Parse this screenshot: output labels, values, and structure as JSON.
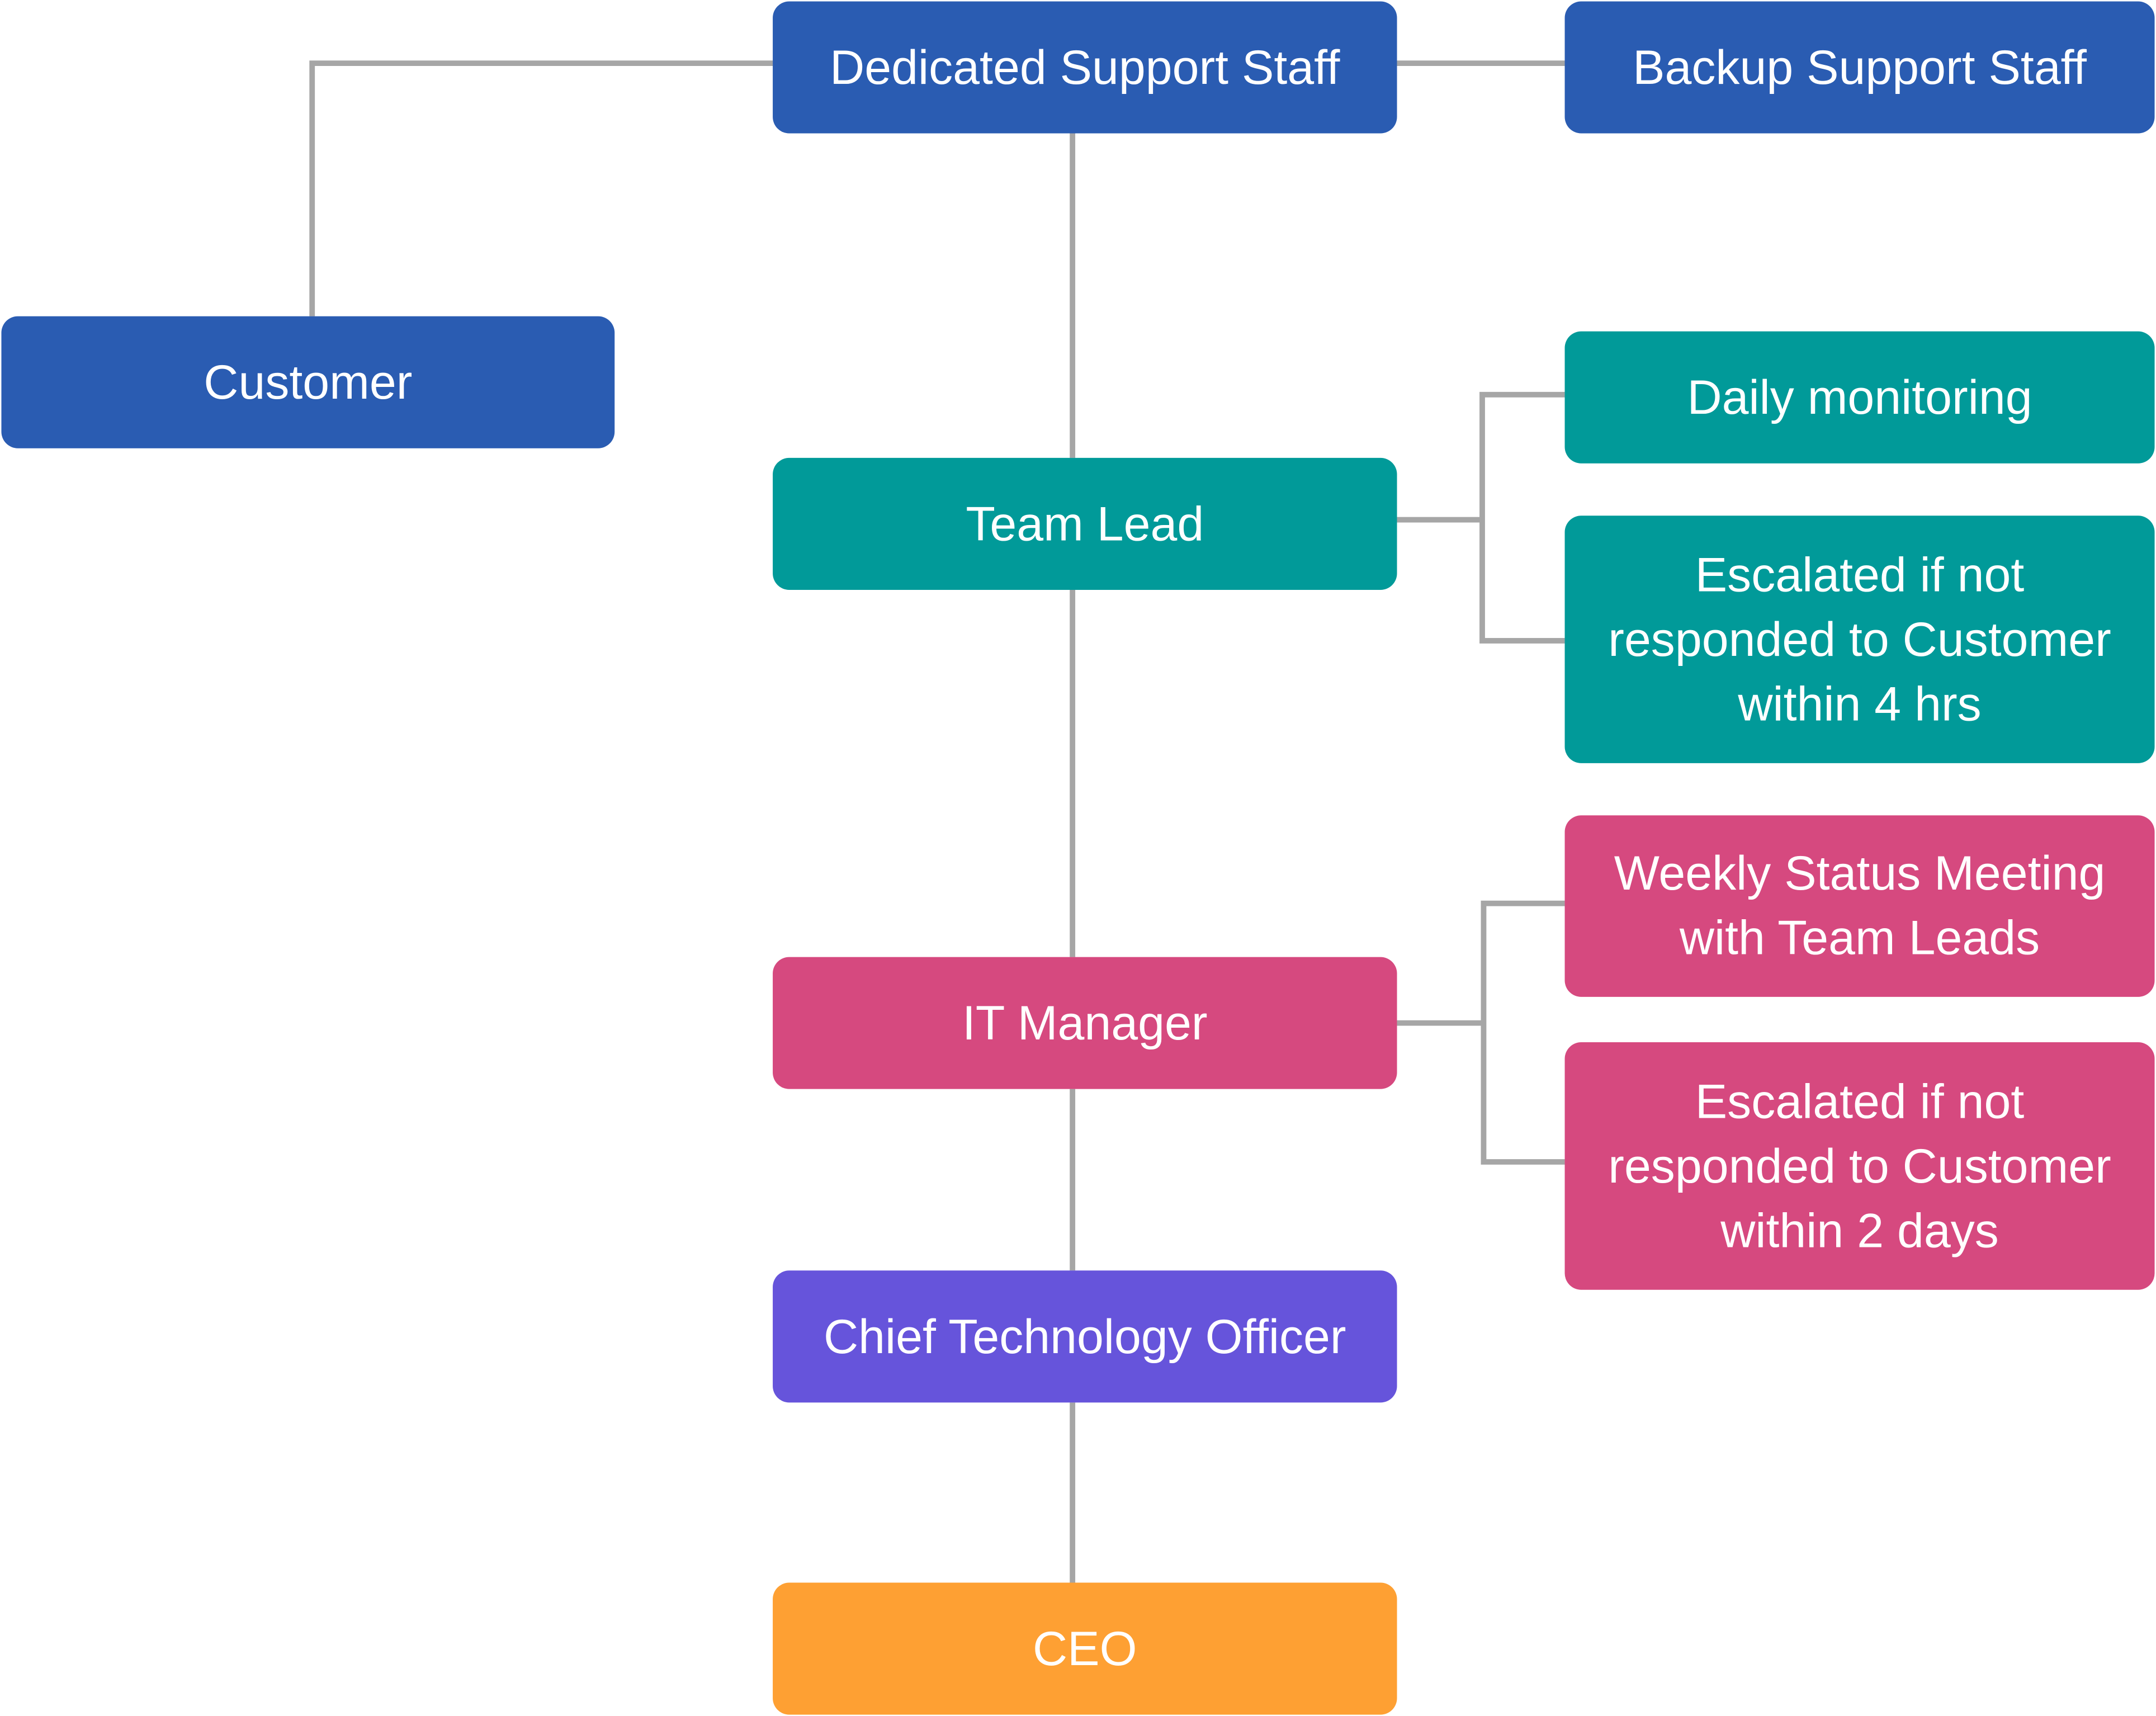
{
  "diagram": {
    "colors": {
      "blue": "#2a5cb2",
      "teal": "#019a99",
      "pink": "#d6497f",
      "purple": "#6654db",
      "orange": "#fea033",
      "connector": "#a6a6a6"
    },
    "nodes": {
      "dedicated_support_staff": "Dedicated Support Staff",
      "backup_support_staff": "Backup Support Staff",
      "customer": "Customer",
      "team_lead": "Team Lead",
      "daily_monitoring": "Daily monitoring",
      "escalated_4hrs": {
        "line1": "Escalated if not",
        "line2": "responded to Customer",
        "line3": "within 4 hrs"
      },
      "it_manager": "IT Manager",
      "weekly_status": {
        "line1": "Weekly Status Meeting",
        "line2": "with Team Leads"
      },
      "escalated_2days": {
        "line1": "Escalated if not",
        "line2": "responded to Customer",
        "line3": "within 2 days"
      },
      "cto": "Chief Technology Officer",
      "ceo": "CEO"
    },
    "connections": [
      [
        "dedicated_support_staff",
        "customer"
      ],
      [
        "dedicated_support_staff",
        "backup_support_staff"
      ],
      [
        "dedicated_support_staff",
        "team_lead"
      ],
      [
        "team_lead",
        "daily_monitoring"
      ],
      [
        "team_lead",
        "escalated_4hrs"
      ],
      [
        "team_lead",
        "it_manager"
      ],
      [
        "it_manager",
        "weekly_status"
      ],
      [
        "it_manager",
        "escalated_2days"
      ],
      [
        "it_manager",
        "cto"
      ],
      [
        "cto",
        "ceo"
      ]
    ]
  }
}
